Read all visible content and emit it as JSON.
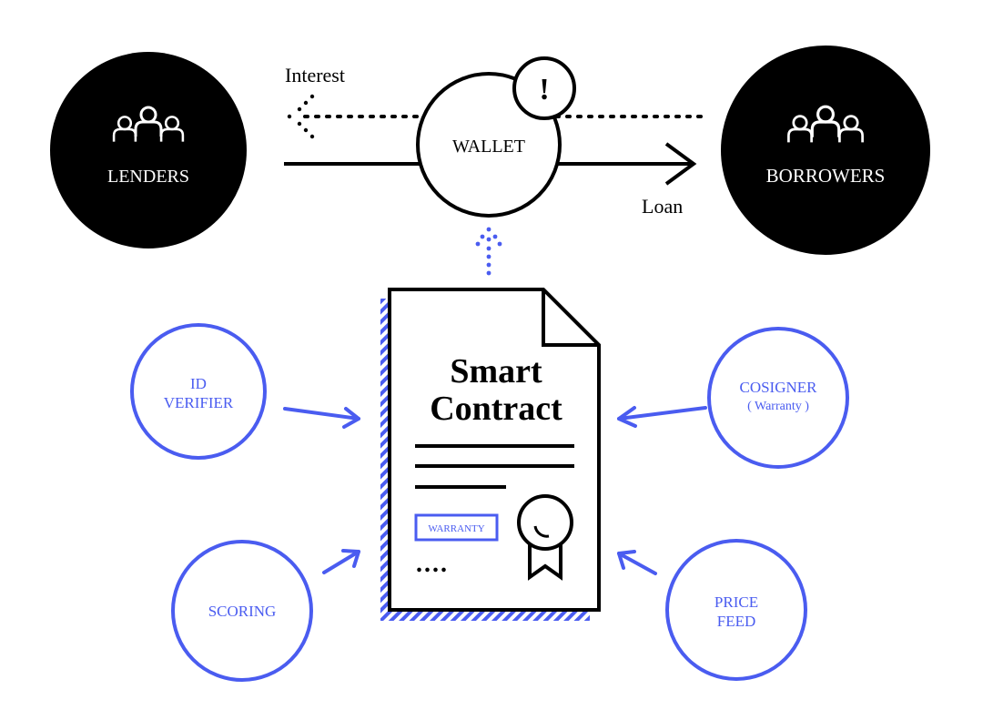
{
  "colors": {
    "black": "#000000",
    "white": "#ffffff",
    "blue": "#4a5cf0"
  },
  "nodes": {
    "lenders": {
      "label": "LENDERS",
      "icon": "people-group-icon"
    },
    "borrowers": {
      "label": "BORROWERS",
      "icon": "people-group-icon"
    },
    "wallet": {
      "label": "WALLET",
      "alert_symbol": "!"
    }
  },
  "flows": {
    "interest_label": "Interest",
    "loan_label": "Loan"
  },
  "contract": {
    "title_line1": "Smart",
    "title_line2": "Contract",
    "warranty_stamp": "WARRANTY",
    "ellipsis": "....",
    "seal_icon": "award-ribbon-icon"
  },
  "oracles": {
    "id_verifier": {
      "line1": "ID",
      "line2": "VERIFIER"
    },
    "scoring": {
      "line1": "SCORING"
    },
    "cosigner": {
      "line1": "COSIGNER",
      "line2": "( Warranty )"
    },
    "price_feed": {
      "line1": "PRICE",
      "line2": "FEED"
    }
  }
}
